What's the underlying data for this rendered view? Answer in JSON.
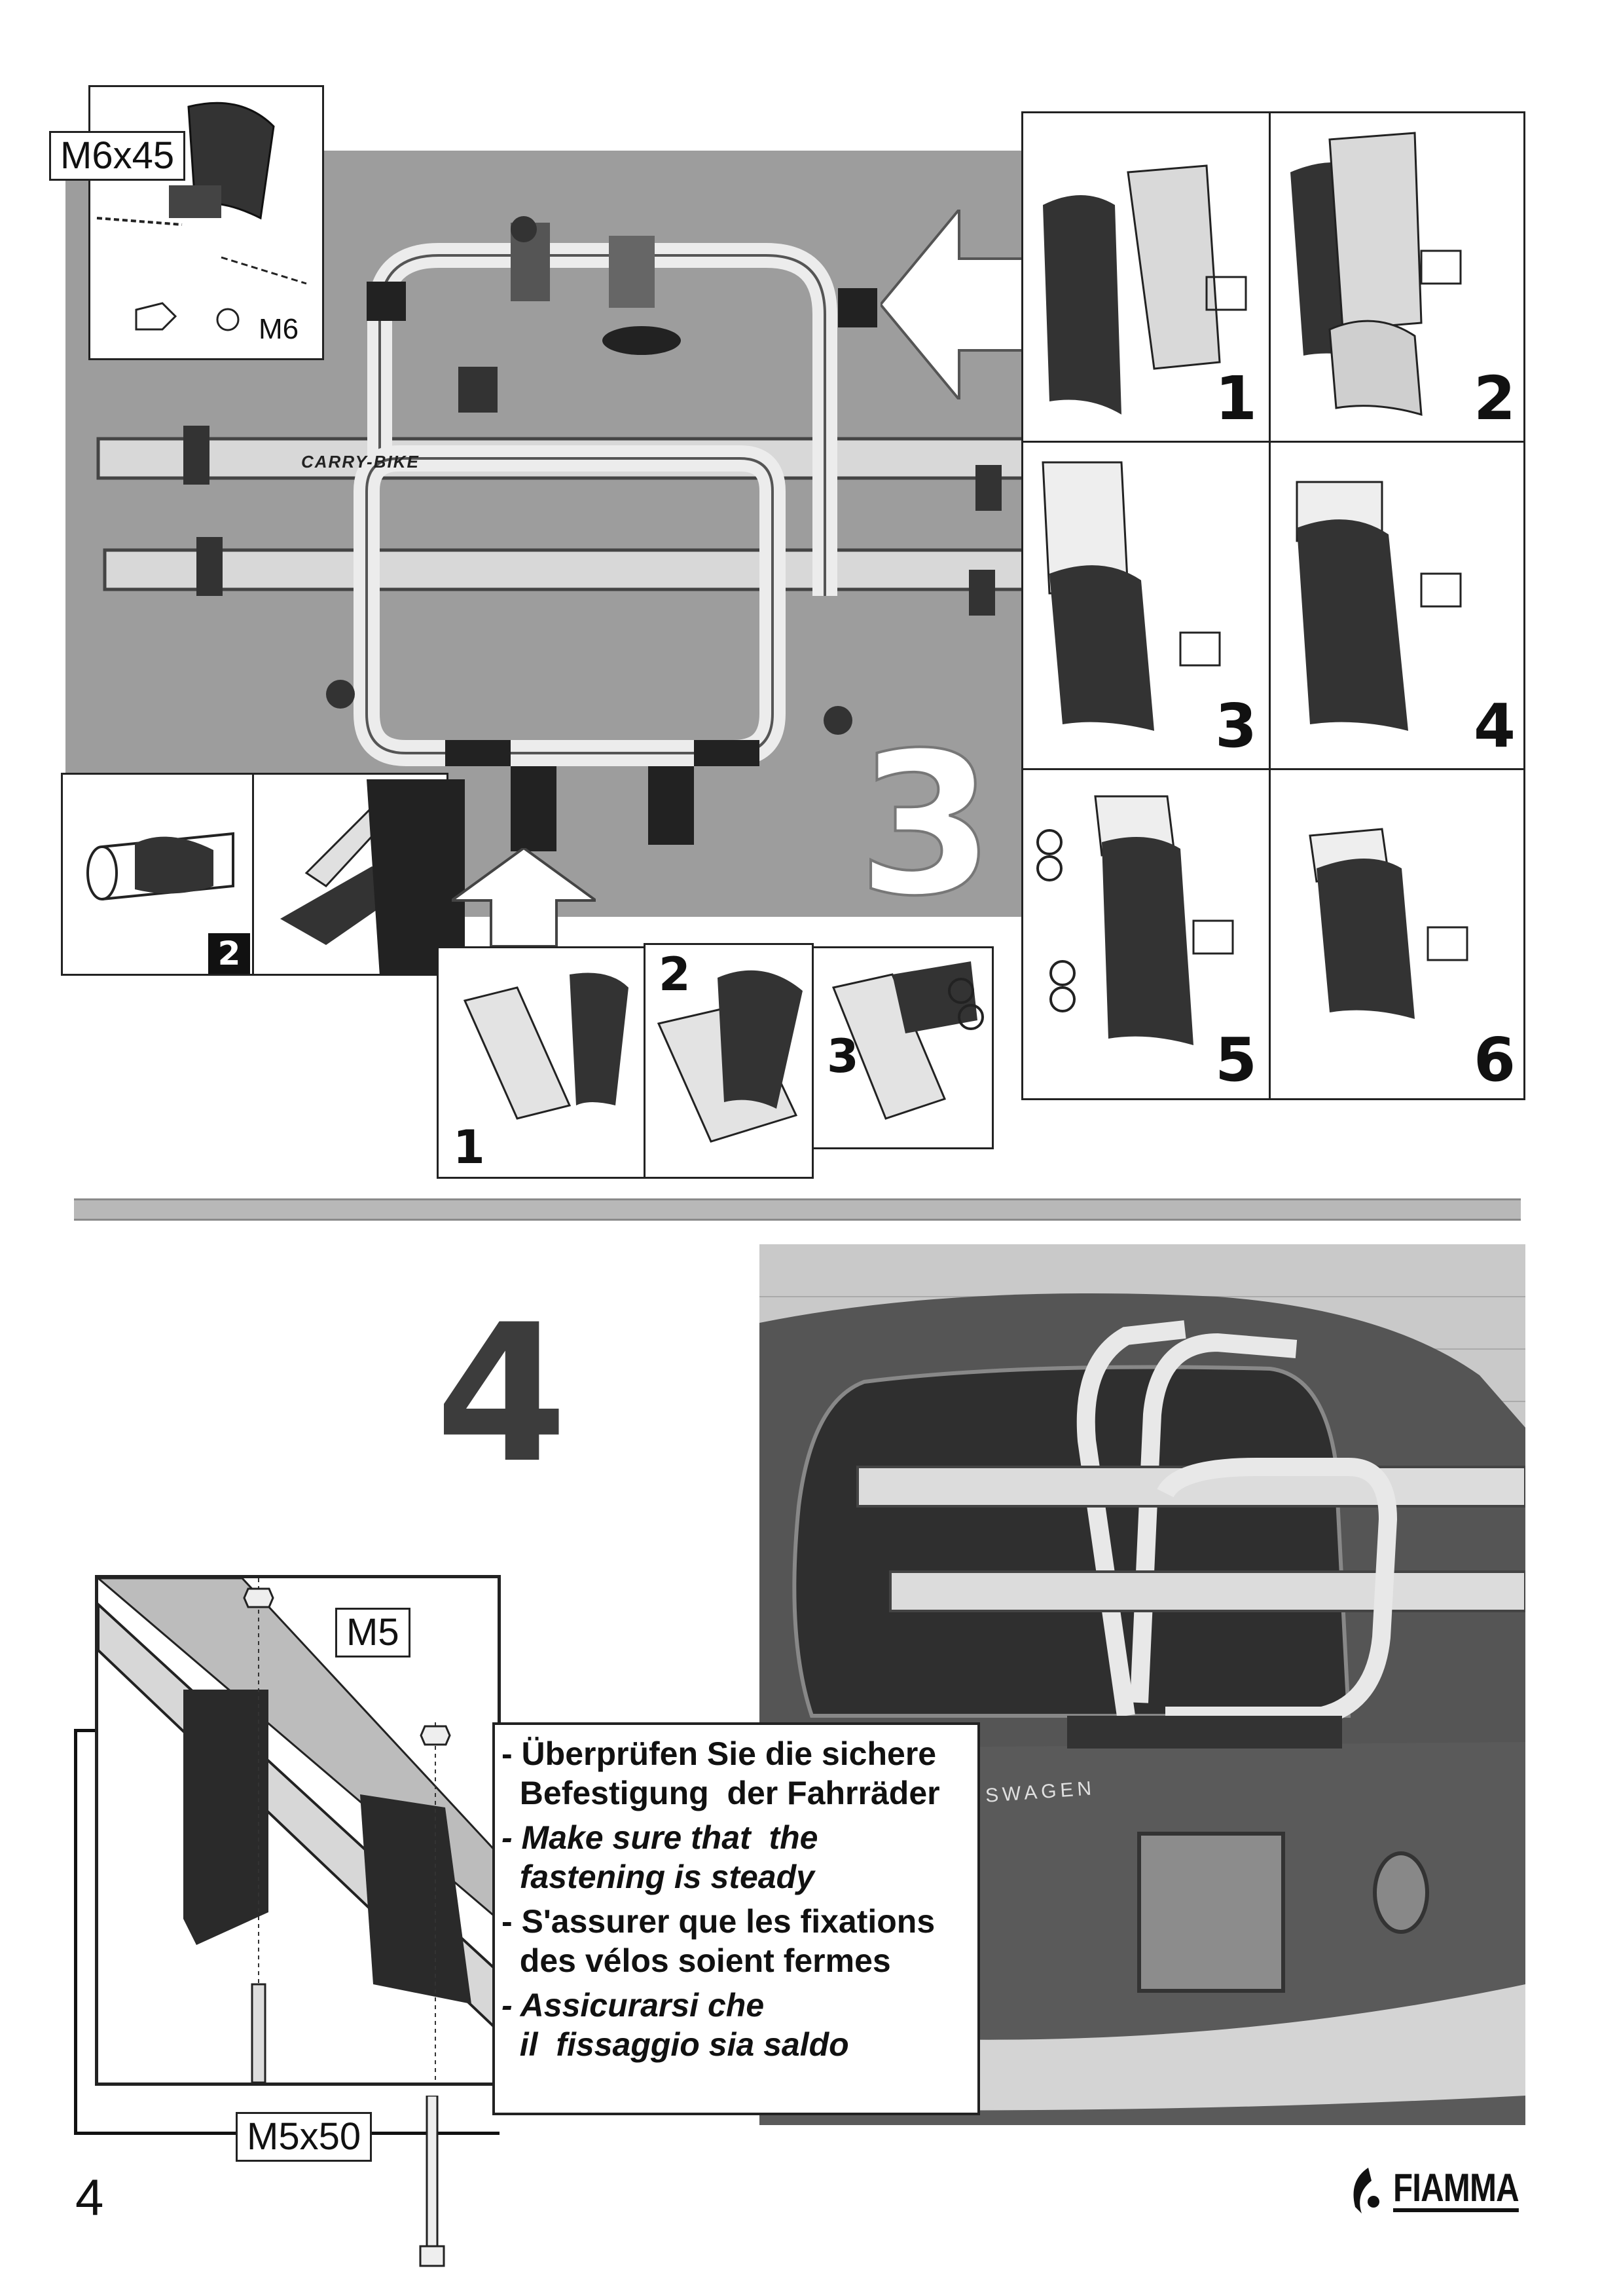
{
  "step3": {
    "number": "3",
    "hardware_top": {
      "bolt": "M6x45",
      "nut": "M6"
    },
    "bike_rack_label": "CARRY-BIKE",
    "inset_left": {
      "step": "2"
    },
    "cover_steps_right": [
      "1",
      "2",
      "3",
      "4",
      "5",
      "6"
    ],
    "cover_steps_bottom": [
      "1",
      "2",
      "3"
    ]
  },
  "step4": {
    "number": "4",
    "hardware": {
      "nut": "M5",
      "bolt": "M5x50"
    },
    "van_badge": "SWAGEN",
    "instructions": [
      {
        "lang": "de",
        "lines": [
          "- Überprüfen Sie die sichere",
          "  Befestigung  der Fahrräder"
        ]
      },
      {
        "lang": "en",
        "lines": [
          "- Make sure that  the",
          "  fastening is steady"
        ]
      },
      {
        "lang": "fr",
        "lines": [
          "- S'assurer que les fixations",
          "  des vélos soient fermes"
        ]
      },
      {
        "lang": "it",
        "lines": [
          "- Assicurarsi che",
          "  il  fissaggio sia saldo"
        ]
      }
    ]
  },
  "footer": {
    "page_number": "4",
    "brand": "FIAMMA"
  },
  "colors": {
    "photo_gray": "#9d9d9d",
    "separator": "#b8b8b8",
    "ink": "#111111"
  }
}
